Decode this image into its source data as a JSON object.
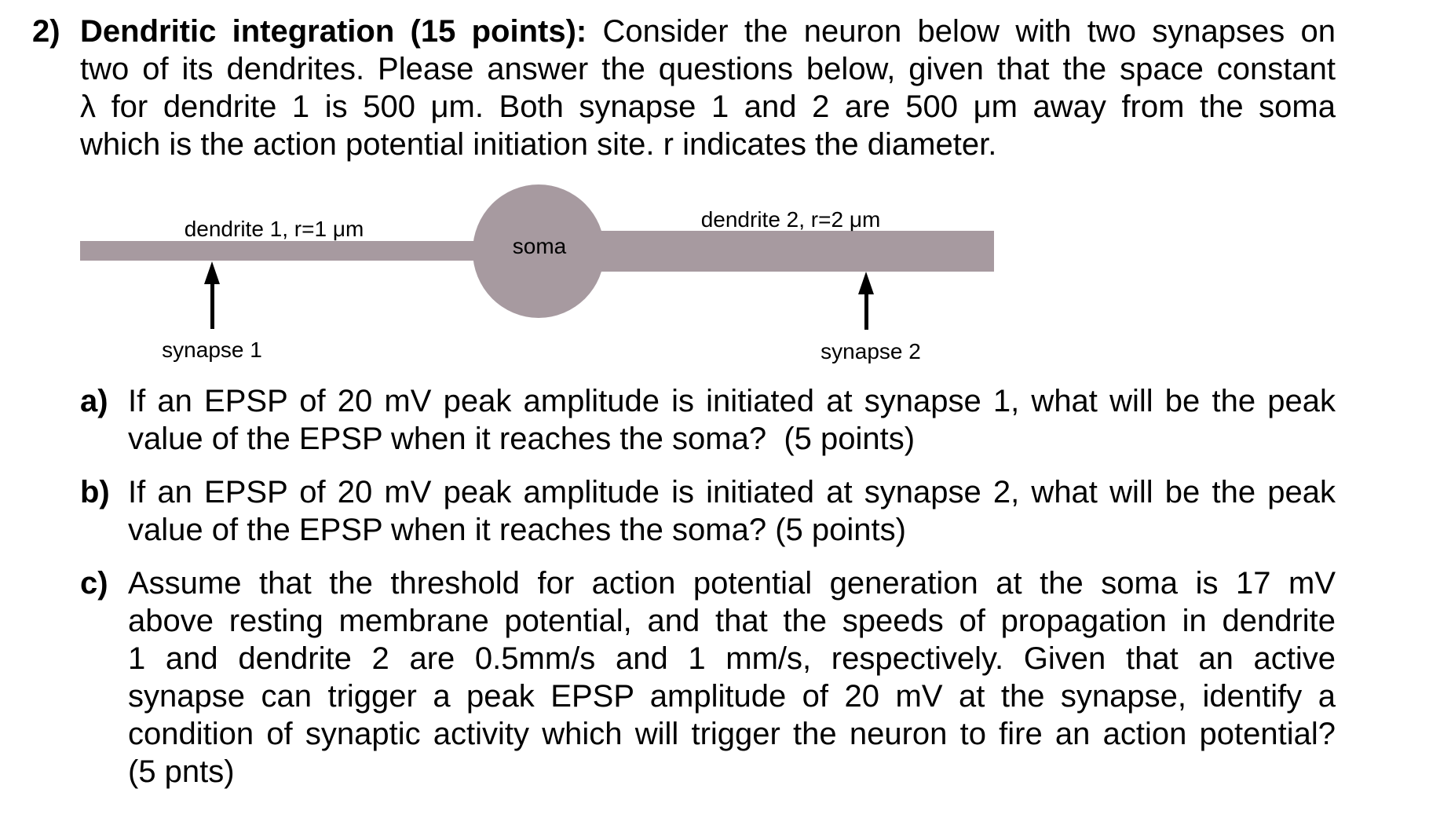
{
  "page": {
    "background": "#ffffff",
    "text_color": "#000000"
  },
  "question": {
    "marker": "2)",
    "intro": {
      "bold_lead": "Dendritic integration (15 points):",
      "line1_rest": "Consider the neuron below with two synapses on",
      "line2": "two of its dendrites. Please answer the questions below, given that the space constant",
      "line3": "λ for dendrite 1 is 500 μm. Both synapse 1 and 2 are 500 μm away from the soma",
      "line4": "which is the action potential initiation site. r indicates the diameter."
    },
    "sub_questions": [
      {
        "label": "a)",
        "lines": [
          "If an EPSP of 20 mV peak amplitude is initiated at synapse 1, what will be the peak",
          "value of the EPSP when it reaches the soma?  (5 points)"
        ]
      },
      {
        "label": "b)",
        "lines": [
          "If an EPSP of 20 mV peak amplitude is initiated at synapse 2, what will be the peak",
          "value of the EPSP when it reaches the soma? (5 points)"
        ]
      },
      {
        "label": "c)",
        "lines": [
          "Assume that the threshold for action potential generation at the soma is 17 mV",
          "above resting membrane potential, and that the speeds of propagation in dendrite",
          "1 and dendrite 2 are 0.5mm/s and 1 mm/s, respectively. Given that an active",
          "synapse can trigger a peak EPSP amplitude of 20 mV at the synapse, identify a",
          "condition of synaptic activity which will trigger the neuron to fire an action potential?",
          "(5 pnts)"
        ]
      }
    ]
  },
  "diagram": {
    "shape_color": "#a79aa0",
    "soma_label": "soma",
    "dendrite1_label": "dendrite 1, r=1 μm",
    "dendrite2_label": "dendrite 2, r=2 μm",
    "synapse1_label": "synapse 1",
    "synapse2_label": "synapse 2"
  }
}
